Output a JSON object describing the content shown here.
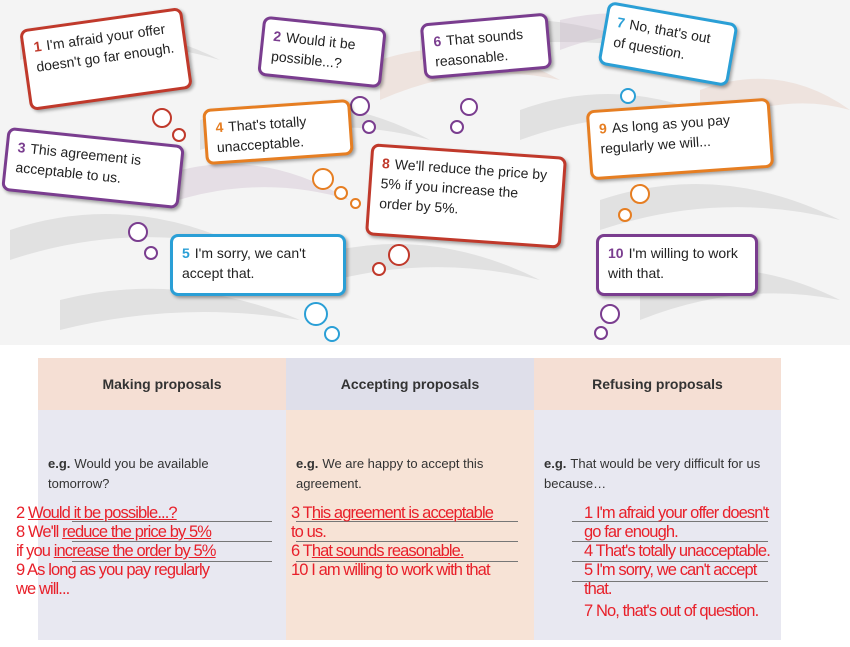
{
  "bubbles": [
    {
      "num": "1",
      "text": "I'm afraid your offer doesn't go far enough."
    },
    {
      "num": "2",
      "text": "Would it be possible...?"
    },
    {
      "num": "3",
      "text": "This agreement is acceptable to us."
    },
    {
      "num": "4",
      "text": "That's totally unacceptable."
    },
    {
      "num": "5",
      "text": "I'm sorry, we can't accept that."
    },
    {
      "num": "6",
      "text": "That sounds reasonable."
    },
    {
      "num": "7",
      "text": "No, that's out of question."
    },
    {
      "num": "8",
      "text": "We'll reduce the price by 5% if you increase the order by 5%."
    },
    {
      "num": "9",
      "text": "As long as you pay regularly we will..."
    },
    {
      "num": "10",
      "text": "I'm willing to work with that."
    }
  ],
  "colors": {
    "red": "#c0392b",
    "purple": "#7a3d8f",
    "orange": "#e67e22",
    "blue": "#2a9fd6",
    "handwriting": "#e8202a",
    "col_head_pink": "#f5dfd4",
    "col_head_lav": "#dfdfea",
    "col_body_lav": "#e8e8f1",
    "col_body_pink": "#f7e3d6"
  },
  "table": {
    "headers": [
      "Making proposals",
      "Accepting proposals",
      "Refusing proposals"
    ],
    "eg_label": "e.g.",
    "examples": [
      "Would you be available tomorrow?",
      "We are happy to accept this agreement.",
      "That would be very difficult for us because…"
    ],
    "answers": {
      "making": {
        "l1a": "2 ",
        "l1b": "Would it be possible...?",
        "l2a": "8 We'll ",
        "l2b": "reduce the price by 5%",
        "l3a": "if you ",
        "l3b": "increase the order by 5%",
        "l4": "9 As long as you pay regularly",
        "l5": "we will..."
      },
      "accepting": {
        "l1a": "3 T",
        "l1b": "his agreement is acceptable",
        "l2": "to us.",
        "l3a": "6 T",
        "l3b": "hat sounds reasonable.",
        "l4": "10 I am willing to work with that"
      },
      "refusing": {
        "l1": "1 I'm afraid your offer doesn't",
        "l2": "go far enough.",
        "l3": "4 That's totally unacceptable.",
        "l4": "5 I'm sorry, we can't accept",
        "l5": "that.",
        "l6": "7 No, that's out of question."
      }
    }
  }
}
